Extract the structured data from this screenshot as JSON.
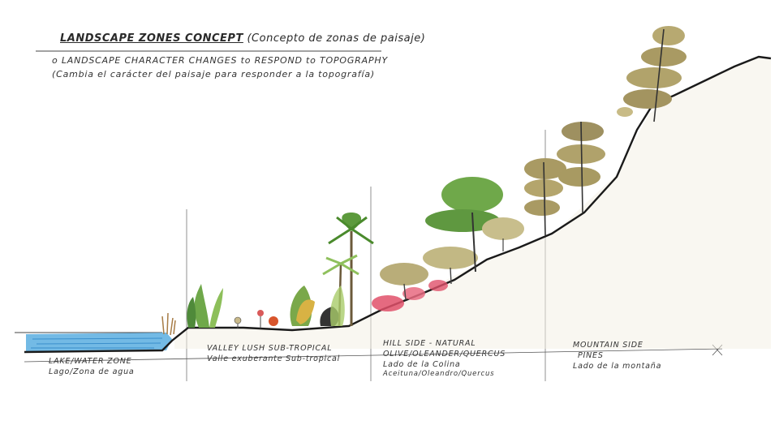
{
  "header": {
    "title": "LANDSCAPE ZONES CONCEPT",
    "title_es": "(Concepto de zonas de paisaje)",
    "note_en": "o LANDSCAPE CHARACTER CHANGES to RESPOND to TOPOGRAPHY",
    "note_es": "(Cambia el carácter del paisaje para responder a la topografía)"
  },
  "zones": [
    {
      "en": "LAKE/WATER ZONE",
      "es": "Lago/Zona de agua",
      "plants": ""
    },
    {
      "en": "VALLEY LUSH SUB-TROPICAL",
      "es": "Valle exuberante Sub-tropical",
      "plants": ""
    },
    {
      "en": "HILL SIDE - NATURAL",
      "es": "Lado de la Colina",
      "plants": "OLIVE/OLEANDER/QUERCUS",
      "plants_es": "Aceituna/Oleandro/Quercus"
    },
    {
      "en": "MOUNTAIN SIDE",
      "es": "Lado de la montaña",
      "plants": "PINES"
    }
  ],
  "colors": {
    "water": "#5aaee0",
    "lush_green": "#6fa84a",
    "olive_tan": "#b9ad79",
    "pine_khaki": "#a99a63",
    "oleander_pink": "#e0506a",
    "ink": "#1a1a1a"
  }
}
